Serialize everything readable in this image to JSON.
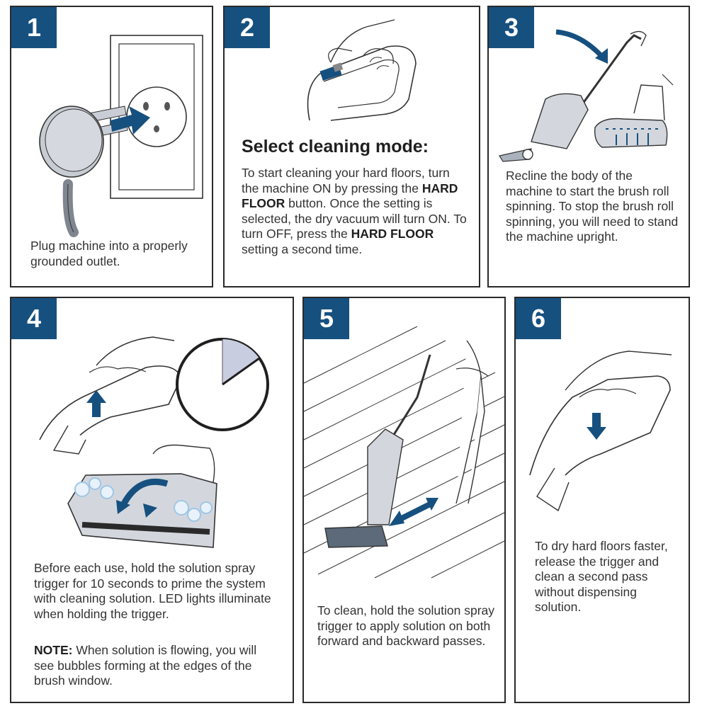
{
  "colors": {
    "accent": "#16507f",
    "line": "#2a2a2a",
    "bubble": "#9fc6e6"
  },
  "steps": [
    {
      "number": "1",
      "text": "Plug machine into a properly grounded outlet."
    },
    {
      "number": "2",
      "heading": "Select cleaning mode:",
      "t1": "To start cleaning your hard floors, turn the machine ON by pressing the ",
      "b1": "HARD FLOOR",
      "t2": " button. Once the setting is selected, the dry vacuum will turn ON. To turn OFF, press the ",
      "b2": "HARD FLOOR",
      "t3": " setting a second time."
    },
    {
      "number": "3",
      "text": "Recline the body of the machine to start the brush roll spinning. To stop the brush roll spinning, you will need to stand the machine upright."
    },
    {
      "number": "4",
      "text": "Before each use, hold the solution spray trigger for 10 seconds to prime the system with cleaning solution. LED lights illuminate when holding the trigger.",
      "note_label": "NOTE:",
      "note_text": " When solution is flowing, you will see bubbles forming at the edges of the brush window."
    },
    {
      "number": "5",
      "text": "To clean, hold the solution spray trigger to apply solution on both forward and backward passes."
    },
    {
      "number": "6",
      "text": "To dry hard floors faster, release the trigger and clean a second pass without dispensing solution."
    }
  ]
}
